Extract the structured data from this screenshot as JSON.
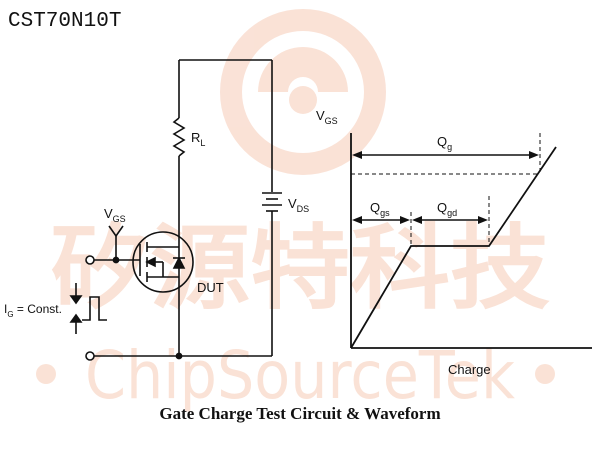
{
  "header": {
    "part_number": "CST70N10T"
  },
  "caption": "Gate Charge Test Circuit & Waveform",
  "watermark": {
    "cjk_text": "矽源特科技",
    "latin_text": "ChipSourceTek",
    "color": "#f6cbb6"
  },
  "circuit": {
    "resistor": {
      "symbol": "R",
      "subscript": "L"
    },
    "supply": {
      "symbol": "V",
      "subscript": "DS"
    },
    "gate_voltage": {
      "symbol": "V",
      "subscript": "GS"
    },
    "device_label": "DUT",
    "current_source": {
      "symbol": "I",
      "subscript": "G",
      "suffix": " = Const."
    }
  },
  "waveform": {
    "y_axis": {
      "symbol": "V",
      "subscript": "GS"
    },
    "x_axis_label": "Charge",
    "qg": {
      "symbol": "Q",
      "subscript": "g"
    },
    "qgs": {
      "symbol": "Q",
      "subscript": "gs"
    },
    "qgd": {
      "symbol": "Q",
      "subscript": "gd"
    }
  }
}
